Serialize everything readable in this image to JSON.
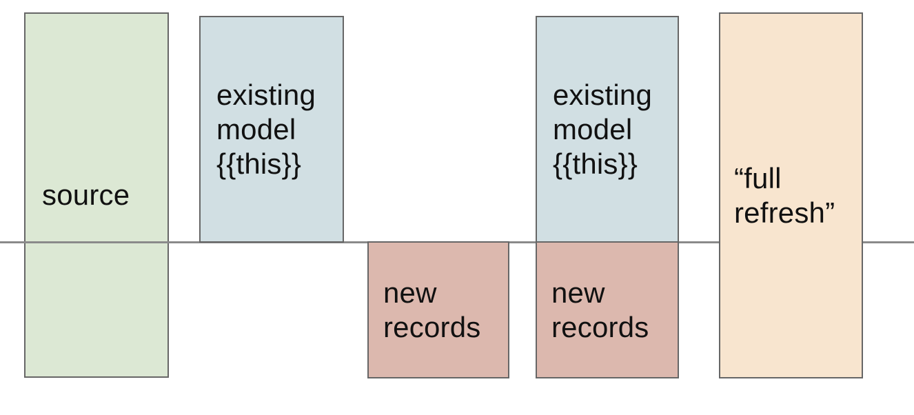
{
  "diagram": {
    "background": "#ffffff",
    "border_color": "#666666",
    "timeline_color": "#8a8a8a",
    "text_color": "#111111",
    "boxes": [
      {
        "name": "source",
        "label": "source",
        "fill": "#dce8d4"
      },
      {
        "name": "existing-model-left",
        "label": "existing\nmodel\n{{this}}",
        "fill": "#d1dfe3"
      },
      {
        "name": "new-records-left",
        "label": "new\nrecords",
        "fill": "#dcb8ae"
      },
      {
        "name": "existing-model-right",
        "label": "existing\nmodel\n{{this}}",
        "fill": "#d1dfe3"
      },
      {
        "name": "new-records-right",
        "label": "new\nrecords",
        "fill": "#dcb8ae"
      },
      {
        "name": "full-refresh",
        "label": "“full\nrefresh”",
        "fill": "#f8e5cf"
      }
    ]
  }
}
